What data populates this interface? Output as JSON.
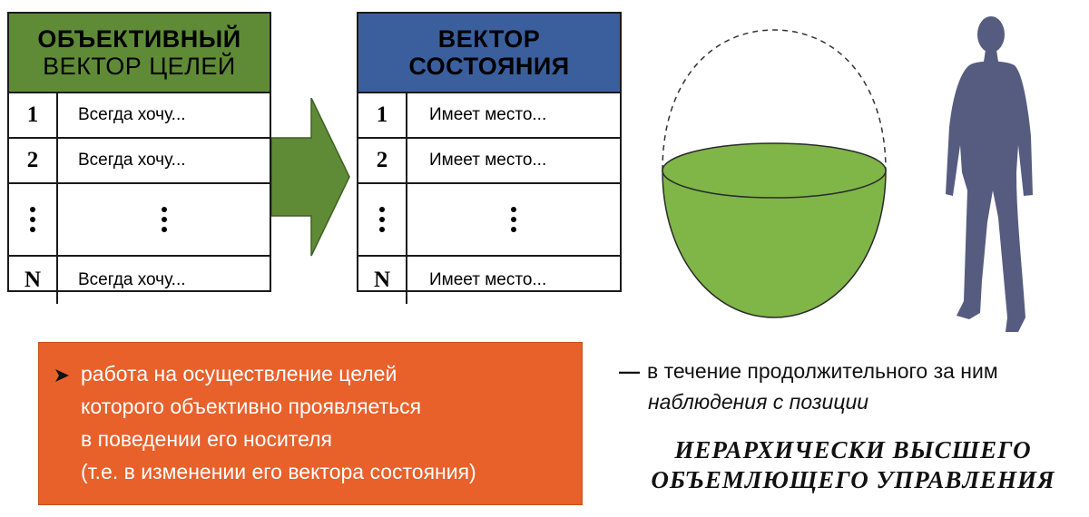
{
  "goal_table": {
    "header_line1": "ОБЪЕКТИВНЫЙ",
    "header_line2": "ВЕКТОР ЦЕЛЕЙ",
    "rows": [
      {
        "num": "1",
        "text": "Всегда хочу..."
      },
      {
        "num": "2",
        "text": "Всегда хочу..."
      },
      {
        "num": "N",
        "text": "Всегда хочу..."
      }
    ],
    "header_color": "#5f8b37"
  },
  "state_table": {
    "header_line1": "ВЕКТОР",
    "header_line2": "СОСТОЯНИЯ",
    "rows": [
      {
        "num": "1",
        "text": "Имеет место..."
      },
      {
        "num": "2",
        "text": "Имеет место..."
      },
      {
        "num": "N",
        "text": "Имеет место..."
      }
    ],
    "header_color": "#3a5f9c"
  },
  "icons": {
    "arrow": "right-arrow-icon",
    "bowl": "hemisphere-bowl-icon",
    "person": "person-silhouette-icon",
    "bullet": "arrowhead-bullet-icon"
  },
  "orange_box": {
    "lines": [
      "работа на осуществление целей",
      "которого объективно проявляеться",
      "в поведении его носителя",
      "(т.е. в изменении его вектора состояния)"
    ],
    "color": "#e8602a"
  },
  "note": {
    "dash": "—",
    "line1": "в течение продолжительного за ним",
    "line2": "наблюдения с позиции"
  },
  "emphasis": {
    "line1": "ИЕРАРХИЧЕСКИ ВЫСШЕГО",
    "line2": "ОБЪЕМЛЮЩЕГО УПРАВЛЕНИЯ"
  }
}
